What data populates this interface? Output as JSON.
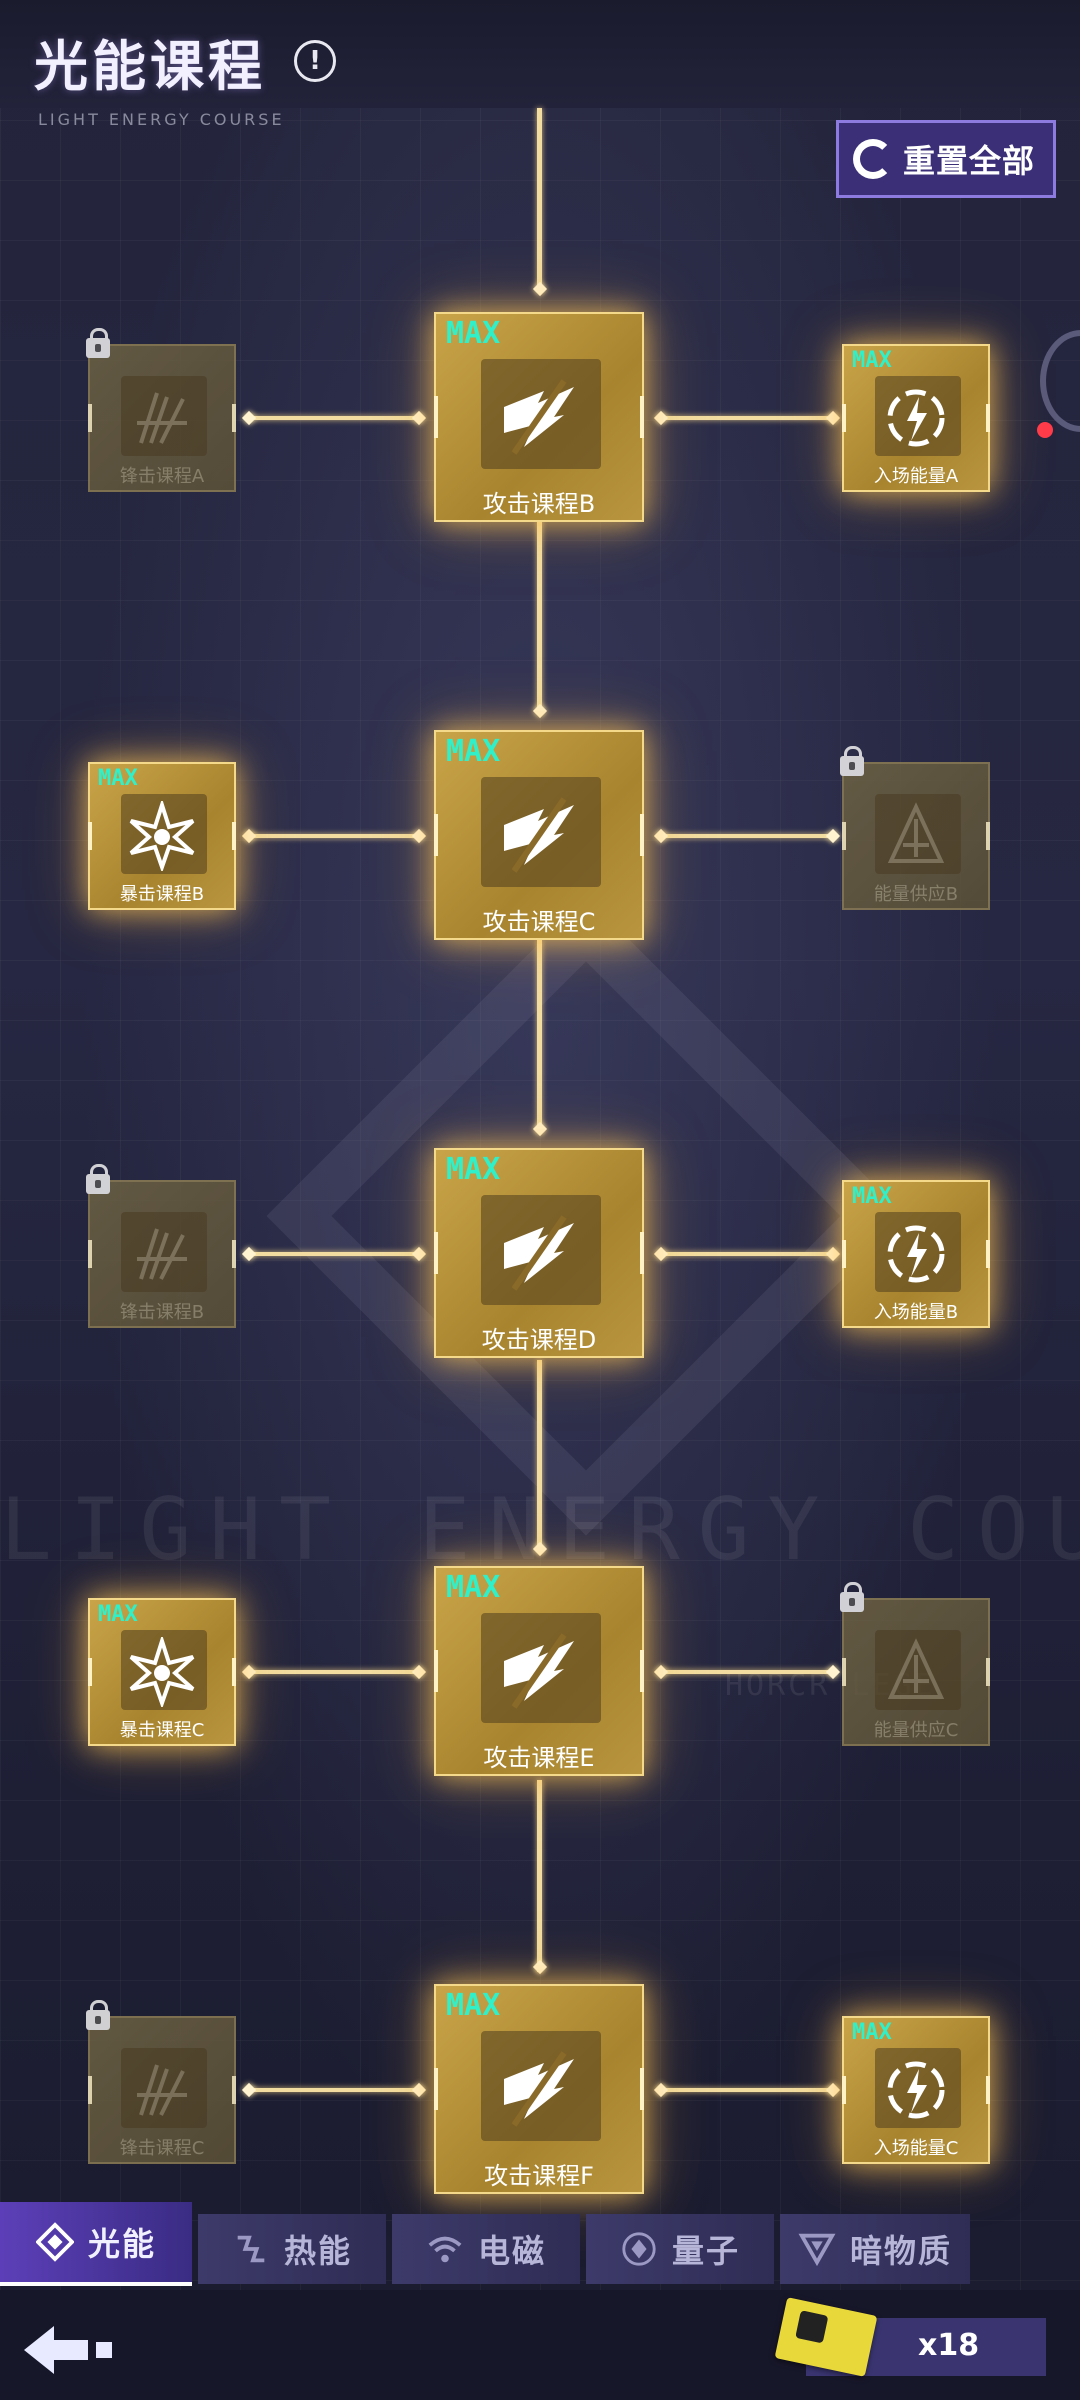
{
  "header": {
    "title": "光能课程",
    "subtitle": "LIGHT ENERGY COURSE",
    "reset_label": "重置全部"
  },
  "watermark": {
    "main": "LIGHT ENERGY COURSE",
    "secondary": "HORCR   LEGE"
  },
  "nodes": {
    "main": [
      {
        "label": "攻击课程B",
        "max": "MAX"
      },
      {
        "label": "攻击课程C",
        "max": "MAX"
      },
      {
        "label": "攻击课程D",
        "max": "MAX"
      },
      {
        "label": "攻击课程E",
        "max": "MAX"
      },
      {
        "label": "攻击课程F",
        "max": "MAX"
      }
    ],
    "left": [
      {
        "label": "锋击课程A",
        "max": "",
        "locked": true
      },
      {
        "label": "暴击课程B",
        "max": "MAX",
        "locked": false
      },
      {
        "label": "锋击课程B",
        "max": "",
        "locked": true
      },
      {
        "label": "暴击课程C",
        "max": "MAX",
        "locked": false
      },
      {
        "label": "锋击课程C",
        "max": "",
        "locked": true
      }
    ],
    "right": [
      {
        "label": "入场能量A",
        "max": "MAX",
        "locked": false
      },
      {
        "label": "能量供应B",
        "max": "",
        "locked": true
      },
      {
        "label": "入场能量B",
        "max": "MAX",
        "locked": false
      },
      {
        "label": "能量供应C",
        "max": "",
        "locked": true
      },
      {
        "label": "入场能量C",
        "max": "MAX",
        "locked": false
      }
    ]
  },
  "tabs": [
    {
      "label": "光能",
      "icon": "diamond-icon",
      "active": true
    },
    {
      "label": "热能",
      "icon": "heat-icon",
      "active": false
    },
    {
      "label": "电磁",
      "icon": "wifi-icon",
      "active": false
    },
    {
      "label": "量子",
      "icon": "quantum-icon",
      "active": false
    },
    {
      "label": "暗物质",
      "icon": "triangle-icon",
      "active": false
    }
  ],
  "footer": {
    "count": "x18",
    "back_icon": "back-arrow-icon",
    "ticket_icon": "ticket-icon"
  },
  "colors": {
    "accent": "#2ff0c8",
    "gold": "#c9a448",
    "tab_active": "#5c3fb8"
  }
}
